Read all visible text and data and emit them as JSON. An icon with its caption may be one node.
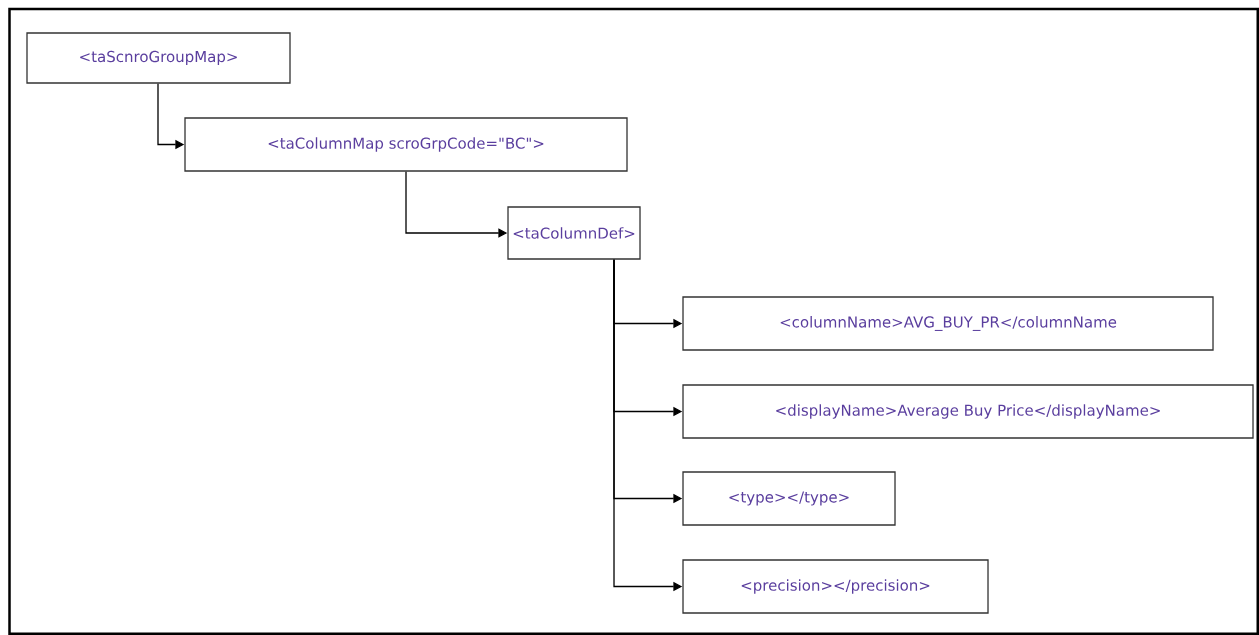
{
  "diagram": {
    "nodes": [
      {
        "text": [
          "<taScnroGroupMap>"
        ]
      },
      {
        "text": [
          "<taColumnMap scroGrpCode=\"BC\">"
        ]
      },
      {
        "text": [
          "<taColumnDef>"
        ]
      },
      {
        "text": [
          "<columnName>AVG_BUY_PR</columnName"
        ]
      },
      {
        "text": [
          "<displayName>Average Buy Price</displayName>"
        ]
      },
      {
        "text": [
          "<type></type>"
        ]
      },
      {
        "text": [
          "<precision></precision>"
        ]
      }
    ],
    "edges": [
      {
        "from": 0,
        "to": 1,
        "arrow": "to"
      },
      {
        "from": 1,
        "to": 2,
        "arrow": "to"
      },
      {
        "from": 2,
        "to": 3,
        "arrow": "to"
      },
      {
        "from": 2,
        "to": 4,
        "arrow": "to"
      },
      {
        "from": 2,
        "to": 5,
        "arrow": "to"
      },
      {
        "from": 2,
        "to": 6,
        "arrow": "to"
      }
    ]
  }
}
